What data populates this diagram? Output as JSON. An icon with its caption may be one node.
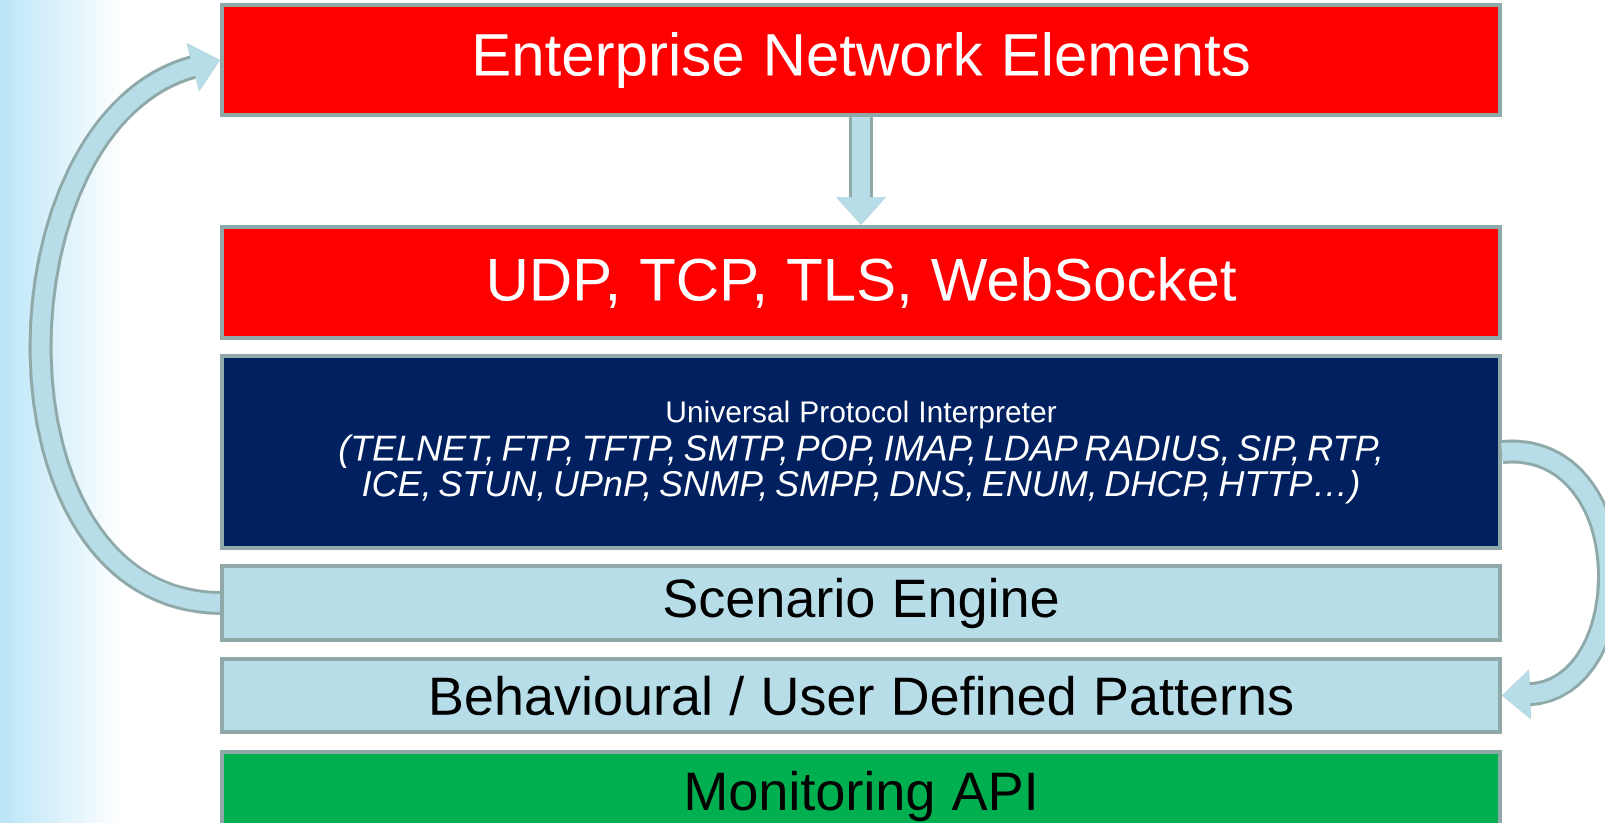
{
  "diagram": {
    "nodes": [
      {
        "text": [
          "Enterprise Network Elements"
        ]
      },
      {
        "text": [
          "UDP, TCP, TLS, WebSocket"
        ]
      },
      {
        "text": [
          "Universal Protocol Interpreter",
          "(TELNET, FTP, TFTP, SMTP, POP, IMAP, LDAP RADIUS, SIP, RTP, ICE, STUN, UPnP, SNMP, SMPP, DNS, ENUM, DHCP, HTTP…)"
        ]
      },
      {
        "text": [
          "Scenario Engine"
        ]
      },
      {
        "text": [
          "Behavioural / User Defined Patterns"
        ]
      },
      {
        "text": [
          "Monitoring API"
        ]
      }
    ],
    "edges": [
      {
        "from": 0,
        "to": 1,
        "arrow": "to"
      },
      {
        "from": 3,
        "to": 0,
        "arrow": "to"
      },
      {
        "from": 2,
        "to": 4,
        "arrow": "to"
      }
    ]
  }
}
